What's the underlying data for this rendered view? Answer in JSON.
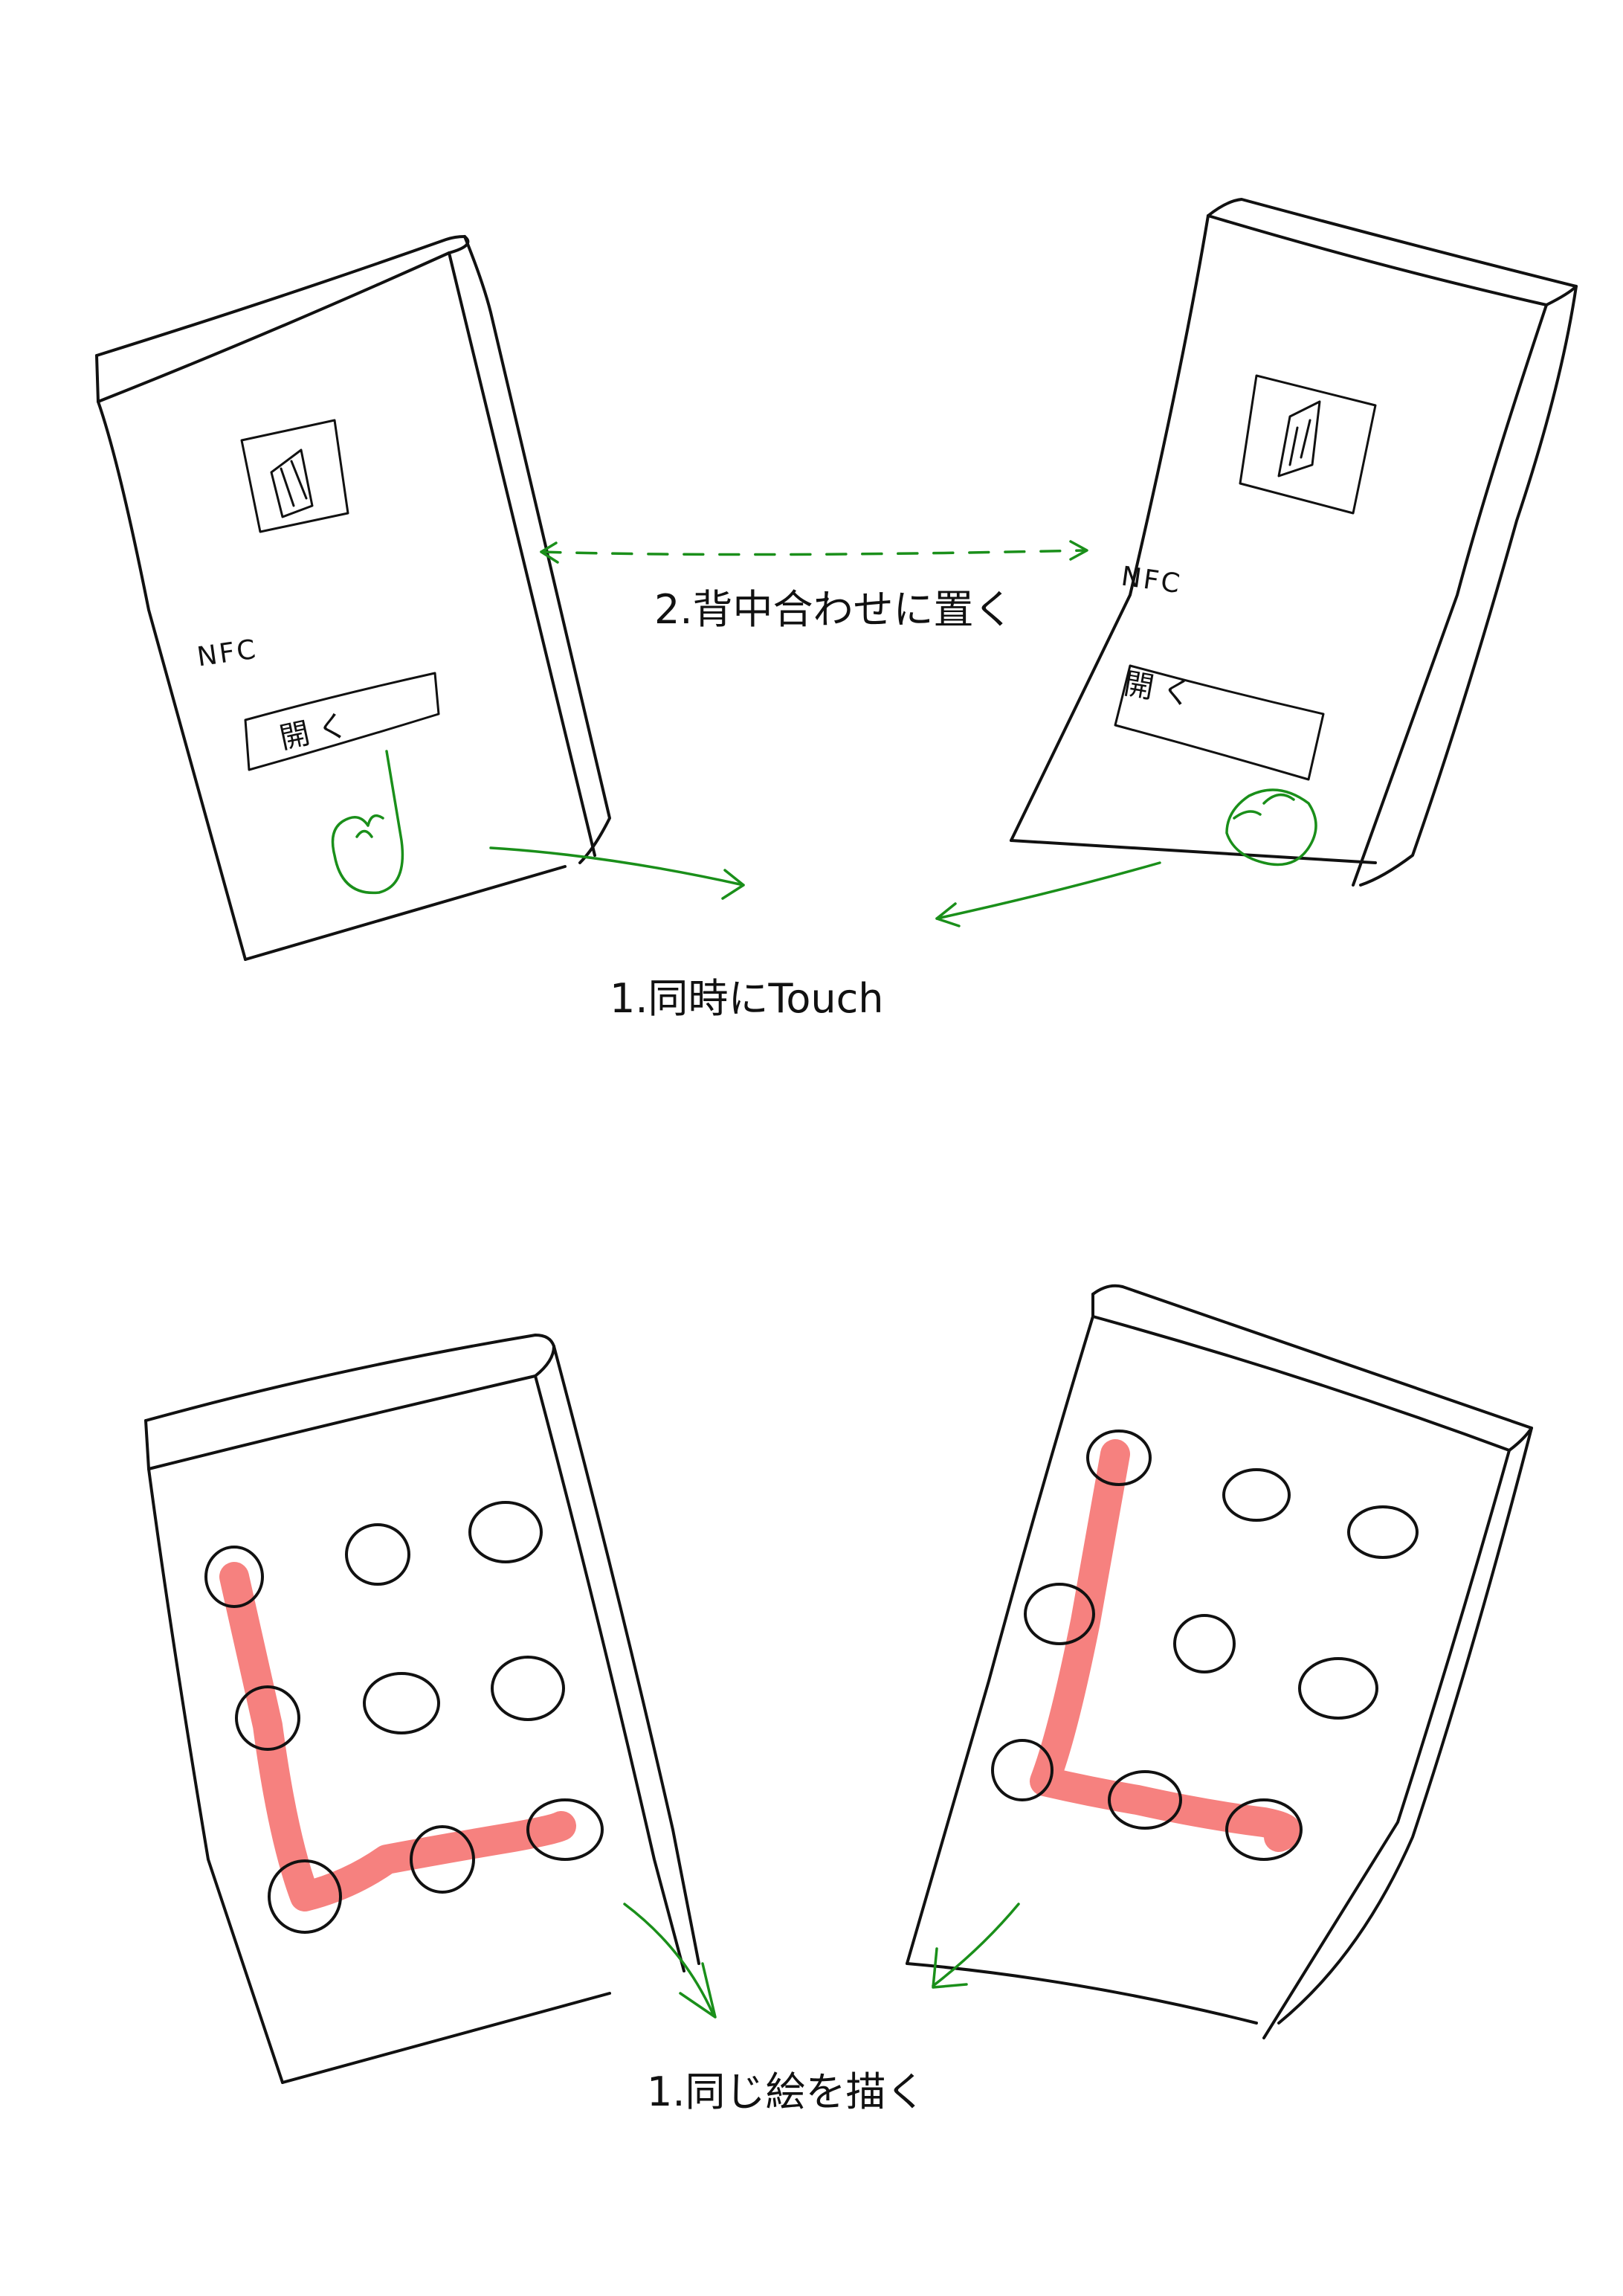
{
  "colors": {
    "ink": "#111111",
    "arrow": "#1a8f1a",
    "pattern_stroke": "#f57a78",
    "background": "#ffffff"
  },
  "step1": {
    "left_phone": {
      "nfc_label": "NFC",
      "open_button_label": "開く",
      "nfc_icon": "nfc-n-icon",
      "hand_icon": "pointing-hand-icon"
    },
    "right_phone": {
      "nfc_label": "NFC",
      "open_button_label": "開く",
      "nfc_icon": "nfc-n-icon",
      "hand_icon": "pointing-hand-icon"
    },
    "back_to_back_caption": "2.背中合わせに置く",
    "touch_caption": "1.同時にTouch"
  },
  "step2": {
    "left_phone": {
      "pattern_dots": 9,
      "pattern_shape": "L"
    },
    "right_phone": {
      "pattern_dots": 9,
      "pattern_shape": "L"
    },
    "caption": "1.同じ絵を描く"
  }
}
